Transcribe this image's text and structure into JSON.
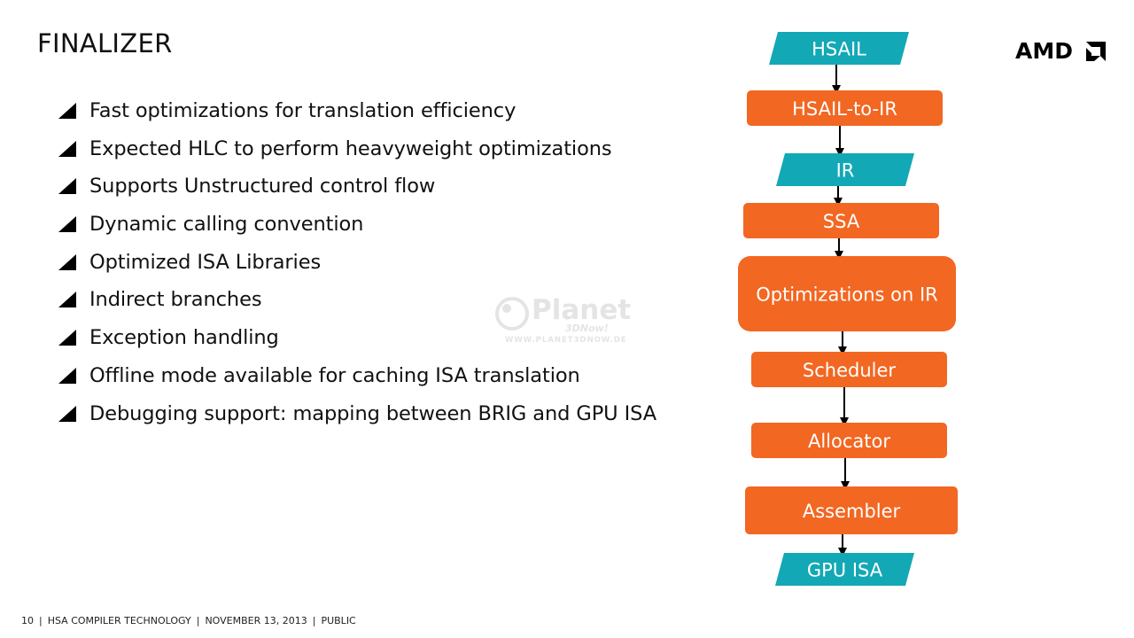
{
  "slide": {
    "title": "FINALIZER",
    "brand": "AMD",
    "bullets": [
      "Fast optimizations for translation efficiency",
      "Expected HLC to perform heavyweight optimizations",
      "Supports Unstructured control flow",
      "Dynamic calling convention",
      "Optimized ISA Libraries",
      "Indirect branches",
      "Exception handling",
      "Offline mode available for caching ISA translation",
      "Debugging support: mapping between BRIG and GPU ISA"
    ]
  },
  "watermark": {
    "brand": "Planet",
    "sub": "3DNow!",
    "url": "WWW.PLANET3DNOW.DE"
  },
  "flow": {
    "colors": {
      "data": "#13a8b5",
      "process": "#f26722",
      "arrow": "#000000"
    },
    "nodes": [
      {
        "label": "HSAIL",
        "kind": "data"
      },
      {
        "label": "HSAIL-to-IR",
        "kind": "process"
      },
      {
        "label": "IR",
        "kind": "data"
      },
      {
        "label": "SSA",
        "kind": "process"
      },
      {
        "label": "Optimizations on IR",
        "kind": "process"
      },
      {
        "label": "Scheduler",
        "kind": "process"
      },
      {
        "label": "Allocator",
        "kind": "process"
      },
      {
        "label": "Assembler",
        "kind": "process"
      },
      {
        "label": "GPU ISA",
        "kind": "data"
      }
    ]
  },
  "footer": {
    "page": "10",
    "separator": "|",
    "section": "HSA COMPILER TECHNOLOGY",
    "date": "NOVEMBER 13, 2013",
    "classification": "PUBLIC"
  }
}
